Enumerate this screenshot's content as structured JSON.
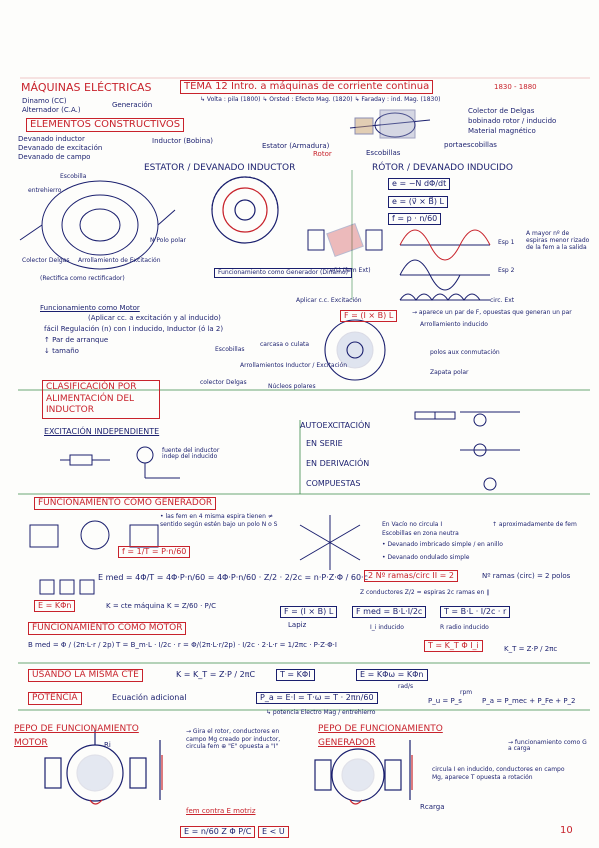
{
  "header": {
    "title": "MÁQUINAS ELÉCTRICAS",
    "tema": "TEMA 12 Intro. a máquinas de corriente continua",
    "years": "1830 - 1880",
    "dinamo": "Dinamo (CC)",
    "alternador": "Alternador (C.A.)",
    "generacion": "Generación",
    "history": "↳ Volta : pila (1800)   ↳ Orsted : Efecto Mag. (1820)   ↳ Faraday : ind. Mag. (1830)",
    "page_number": "10"
  },
  "elementos": {
    "title": "ELEMENTOS CONSTRUCTIVOS",
    "lines": [
      "Devanado inductor",
      "Devanado de excitación",
      "Devanado de campo"
    ],
    "inductor": "Inductor (Bobina)",
    "estator": "Estator (Armadura)",
    "rotor": "Rotor",
    "right_labels": [
      "Colector de Delgas",
      "bobinado rotor / inducido",
      "Material magnético",
      "portaescobillas"
    ],
    "escobillas": "Escobillas",
    "estator_heading": "ESTATOR / DEVANADO INDUCTOR",
    "rotor_heading": "RÓTOR / DEVANADO INDUCIDO"
  },
  "diagram_labels": {
    "escobilla": "Escobilla",
    "entrehierro": "entrehierro",
    "n_polo": "N Polo polar",
    "colector": "Colector Delgas",
    "arrollamiento": "Arrollamiento de Excitación",
    "rectifica": "(Rectifica como rectificador)",
    "funcionamiento": "Funcionamiento como Generador (Dinamo)",
    "fem": "e(t) (fem Ext)",
    "aplicar": "Aplicar c.c. Excitación",
    "esp1": "Esp 1",
    "esp2": "Esp 2",
    "circ": "circ. Ext",
    "mayor": "A mayor nº de espiras menor rizado de la fem a la salida"
  },
  "formulas_top": [
    "e = −N dΦ/dt",
    "e = (v⃗ × B⃗) L",
    "f = p · n/60"
  ],
  "motor_block": {
    "title": "Funcionamiento como Motor",
    "line1": "(Aplicar cc. a excitación y al inducido)",
    "bullets": [
      "fácil Regulación (n) con I inducido, Inductor (ó la 2)",
      "↑ Par de arranque",
      "↓ tamaño"
    ],
    "force": "F = (I × B) L",
    "force_note": "→ aparece un par de F, opuestas que generan un par",
    "labels": [
      "Escobillas",
      "carcasa o culata",
      "Arrollamientos Inductor / Excitación",
      "colector Delgas",
      "Núcleos polares",
      "Arrollamiento inducido",
      "polos aux conmutación",
      "Zapata polar"
    ]
  },
  "clasificacion": {
    "title": "CLASIFICACIÓN POR ALIMENTACIÓN DEL INDUCTOR",
    "independiente": "EXCITACIÓN INDEPENDIENTE",
    "ind_note": "fuente del inductor indep del inducido",
    "auto": "AUTOEXCITACIÓN",
    "serie": "EN SERIE",
    "derivacion": "EN DERIVACIÓN",
    "compuestas": "COMPUESTAS"
  },
  "generador": {
    "title": "FUNCIONAMIENTO COMO GENERADOR",
    "note": "• las fem en 4 misma espira tienen ≠ sentido según estén bajo un polo N o S",
    "f_formula": "f = 1/T = P·n/60",
    "vacio": "En Vacío no circula I",
    "vacio2": "Escobillas en zona neutra",
    "aprox": "↑ aproximadamente de fem",
    "imbricado": "• Devanado imbricado simple / en anillo",
    "ondulado": "• Devanado ondulado simple",
    "emed": "E med = 4Φ/T = 4Φ·P·n/60 = 4Φ·P·n/60 · Z/2 · 2/2c = n·P·Z·Φ / 60·c",
    "ramas": "2 Nº ramas/circ II = 2",
    "ramas2": "Nº ramas (circ) = 2 polos",
    "ramas3": "Z conductores   Z/2 = espiras   2c ramas en ∥",
    "ek": "E = KΦn",
    "k": "K = cte máquina  K = Z/60 · P/C"
  },
  "motor": {
    "title": "FUNCIONAMIENTO COMO MOTOR",
    "f": "F = (I × B) L",
    "fmed": "F med = B·L·I/2c",
    "tlr": "T = B·L · I/2c · r",
    "bmed": "B med = Φ / (2π·L·r / 2p)",
    "tm": "T = B_m·L · I/2c · r = Φ/(2π·L·r/2p) · I/2c · 2·L·r = 1/2πc · P·Z·Φ·I",
    "t": "T = K_T Φ I_i",
    "kt": "K_T = Z·P / 2πc",
    "lapiz": "Lapiz",
    "ii": "I_i inducido",
    "rr": "R radio inducido"
  },
  "misma": {
    "title": "USANDO LA MISMA CTE",
    "k": "K = K_T = Z·P / 2πC",
    "t": "T = KΦI",
    "e": "E = KΦω = KΦn",
    "rad": "rad/s",
    "rpm": "rpm"
  },
  "potencia": {
    "title": "POTENCIA",
    "sub": "Ecuación adicional",
    "p": "P_a = E·I = T·ω = T · 2πn/60",
    "pu": "P_u = P_s",
    "pa": "P_a = P_mec + P_Fe + P_2",
    "note": "↳ potencia Electro Mag / entrehierro"
  },
  "pepo": {
    "motor_title": "PEPO DE FUNCIONAMIENTO MOTOR",
    "motor_note": "→ Gira el rotor, conductores en campo Mg creado por inductor, circula fem ⊕ \"E\" opuesta a \"I\"",
    "fcem": "fem contra E motriz",
    "e_eq": "E = n/60 Z Φ P/C",
    "ecu": "E < U",
    "gen_title": "PEPO DE FUNCIONAMIENTO GENERADOR",
    "gen_note": "→ funcionamiento como G a carga",
    "gen_note2": "circula I en inducido, conductores en campo Mg, aparece T opuesta a rotación",
    "rcarga": "Rcarga",
    "ri": "Ri"
  },
  "colors": {
    "ink_blue": "#1a1f6e",
    "ink_red": "#c8232c",
    "green": "#3a8a4a",
    "paper": "#fdfdfb"
  }
}
